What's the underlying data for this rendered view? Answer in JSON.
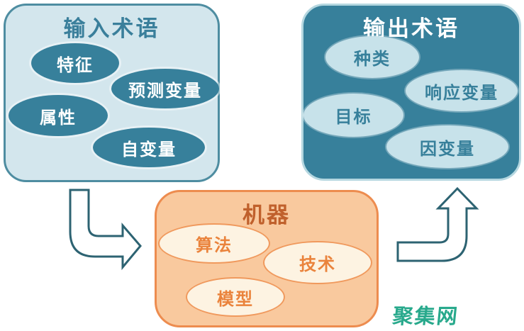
{
  "diagram": {
    "input_box": {
      "title": "输入术语",
      "terms": [
        "特征",
        "预测变量",
        "属性",
        "自变量"
      ]
    },
    "machine_box": {
      "title": "机器",
      "terms": [
        "算法",
        "技术",
        "模型"
      ]
    },
    "output_box": {
      "title": "输出术语",
      "terms": [
        "种类",
        "响应变量",
        "目标",
        "因变量"
      ]
    },
    "arrows": [
      {
        "name": "input-to-machine",
        "direction": "down-then-right"
      },
      {
        "name": "machine-to-output",
        "direction": "right-then-up"
      }
    ],
    "watermark": "聚集网",
    "colors": {
      "input_bg": "#d3e6ed",
      "input_border": "#4e8da1",
      "input_ellipse": "#37809b",
      "input_ellipse_text": "#ffffff",
      "input_title": "#3a7f9b",
      "output_bg": "#37809b",
      "output_border": "#b5d7e0",
      "output_ellipse": "#c7e2ea",
      "output_ellipse_text": "#37809b",
      "output_title": "#ffffff",
      "machine_bg": "#f9c99e",
      "machine_border": "#ed8c4f",
      "machine_ellipse": "#fdf3e2",
      "machine_ellipse_border": "#f0995d",
      "machine_ellipse_text": "#ea833c",
      "machine_title": "#c0602c",
      "arrow_fill": "#ffffff",
      "arrow_outline": "#2d6372",
      "watermark_color": "#28a98c"
    }
  }
}
